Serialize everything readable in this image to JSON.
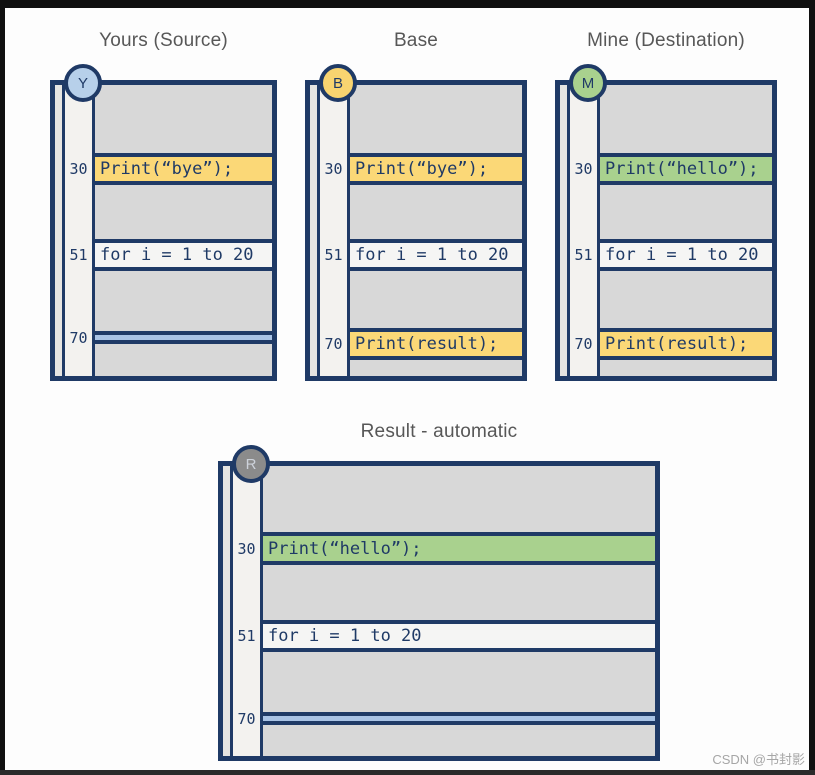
{
  "frame": {
    "watermark": "CSDN @书封影"
  },
  "colors": {
    "navy": "#1f3a66",
    "unchanged_gray": "#d8d8d8",
    "plain_row_white": "#f5f5f4",
    "highlight_yellow": "#fbd877",
    "highlight_green": "#a9d18e",
    "deleted_blue": "#a9c3e5",
    "gutter_bg": "#f3f2ef",
    "title_gray": "#575757"
  },
  "panels": [
    {
      "title": "Yours (Source)",
      "badge": {
        "letter": "Y",
        "fill": "#b7d0ea",
        "color": "#1f3a66"
      },
      "rows": [
        {
          "type": "gap",
          "h": 68
        },
        {
          "type": "code",
          "num": "30",
          "text": "Print(“bye”);",
          "bg": "#fbd877",
          "h": 24
        },
        {
          "type": "gap",
          "h": 54
        },
        {
          "type": "code",
          "num": "51",
          "text": "for i = 1 to 20",
          "bg": "#f5f5f4",
          "h": 24
        },
        {
          "type": "gap",
          "h": 60
        },
        {
          "type": "deleted",
          "num": "70",
          "h": 5
        },
        {
          "type": "gap",
          "h": 28
        }
      ]
    },
    {
      "title": "Base",
      "badge": {
        "letter": "B",
        "fill": "#f8d470",
        "color": "#1f3a66"
      },
      "rows": [
        {
          "type": "gap",
          "h": 68
        },
        {
          "type": "code",
          "num": "30",
          "text": "Print(“bye”);",
          "bg": "#fbd877",
          "h": 24
        },
        {
          "type": "gap",
          "h": 54
        },
        {
          "type": "code",
          "num": "51",
          "text": "for i = 1 to 20",
          "bg": "#f5f5f4",
          "h": 24
        },
        {
          "type": "gap",
          "h": 57
        },
        {
          "type": "code",
          "num": "70",
          "text": "Print(result);",
          "bg": "#fbd877",
          "h": 24
        },
        {
          "type": "gap",
          "h": 12
        }
      ]
    },
    {
      "title": "Mine (Destination)",
      "badge": {
        "letter": "M",
        "fill": "#a9d18e",
        "color": "#1f3a66"
      },
      "rows": [
        {
          "type": "gap",
          "h": 68
        },
        {
          "type": "code",
          "num": "30",
          "text": "Print(“hello”);",
          "bg": "#a9d18e",
          "h": 24
        },
        {
          "type": "gap",
          "h": 54
        },
        {
          "type": "code",
          "num": "51",
          "text": "for i = 1 to 20",
          "bg": "#f5f5f4",
          "h": 24
        },
        {
          "type": "gap",
          "h": 57
        },
        {
          "type": "code",
          "num": "70",
          "text": "Print(result);",
          "bg": "#fbd877",
          "h": 24
        },
        {
          "type": "gap",
          "h": 12
        }
      ]
    },
    {
      "title": "Result - automatic",
      "badge": {
        "letter": "R",
        "fill": "#8b8b8b",
        "color": "#cdd2da"
      },
      "rows": [
        {
          "type": "gap",
          "h": 66
        },
        {
          "type": "code",
          "num": "30",
          "text": "Print(“hello”);",
          "bg": "#a9d18e",
          "h": 25
        },
        {
          "type": "gap",
          "h": 55
        },
        {
          "type": "code",
          "num": "51",
          "text": "for i = 1 to 20",
          "bg": "#f5f5f4",
          "h": 24
        },
        {
          "type": "gap",
          "h": 60
        },
        {
          "type": "deleted",
          "num": "70",
          "h": 5
        },
        {
          "type": "gap",
          "h": 30
        }
      ]
    }
  ]
}
